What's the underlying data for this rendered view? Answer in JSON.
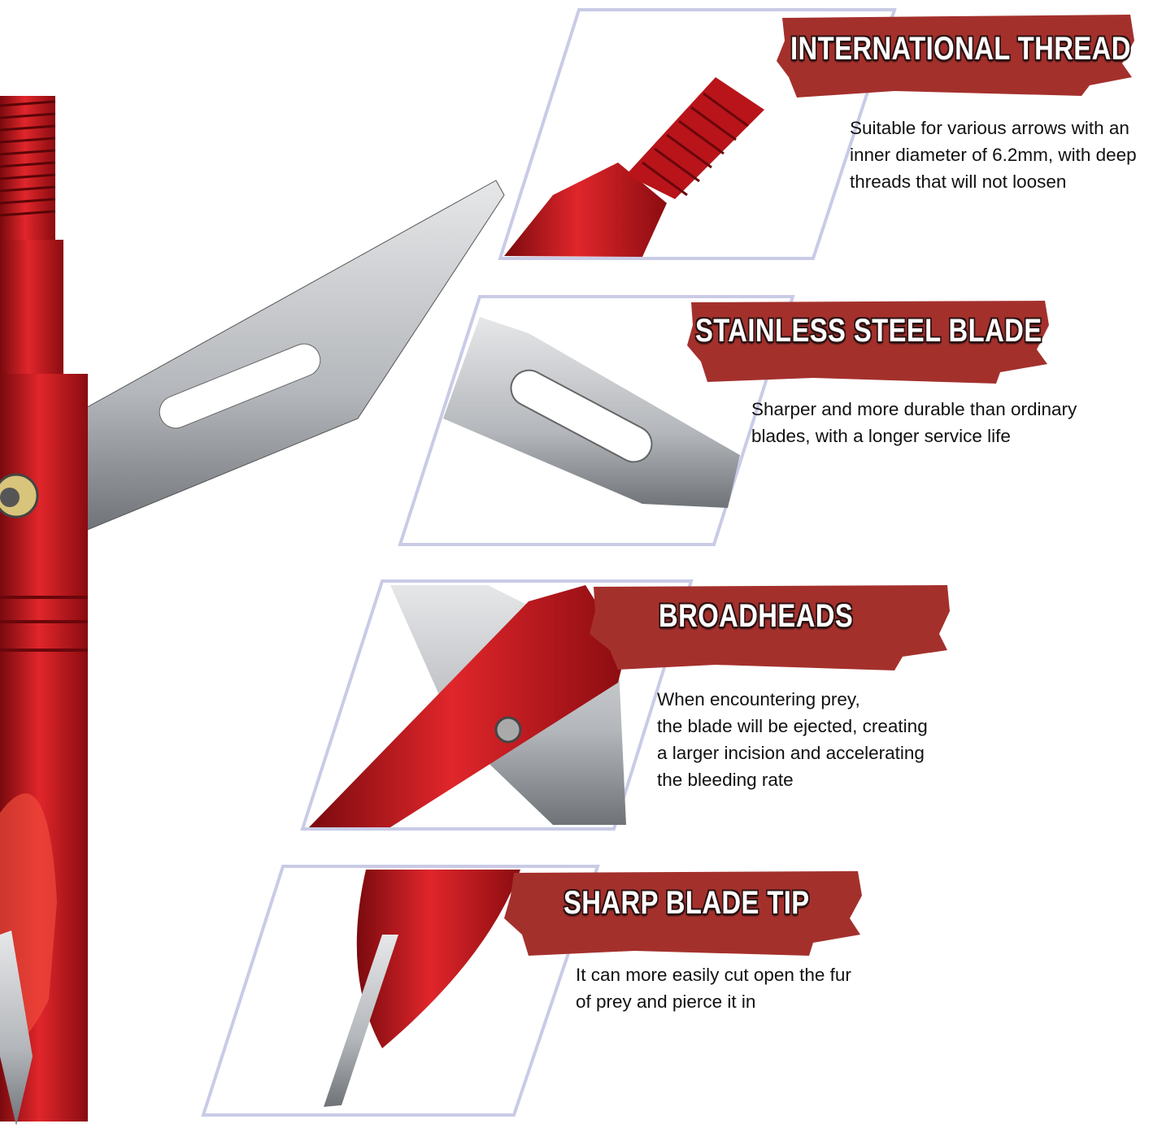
{
  "colors": {
    "brush": "#a4302c",
    "panel_border": "#c9cbe6",
    "product_red": "#c0141a",
    "steel": "#b9bcc0"
  },
  "features": [
    {
      "title": "INTERNATIONAL THREAD",
      "lines": [
        "Suitable for various arrows with an",
        "inner diameter of 6.2mm, with deep",
        "threads that will not loosen"
      ]
    },
    {
      "title": "STAINLESS STEEL BLADE",
      "lines": [
        "Sharper and more durable than ordinary",
        "blades, with a longer service life"
      ]
    },
    {
      "title": "BROADHEADS",
      "lines": [
        "When encountering prey,",
        "the blade will be ejected, creating",
        "a larger incision and accelerating",
        "the bleeding rate"
      ]
    },
    {
      "title": "SHARP BLADE TIP",
      "lines": [
        "It can more easily cut open the fur",
        "of prey and pierce it in"
      ]
    }
  ]
}
